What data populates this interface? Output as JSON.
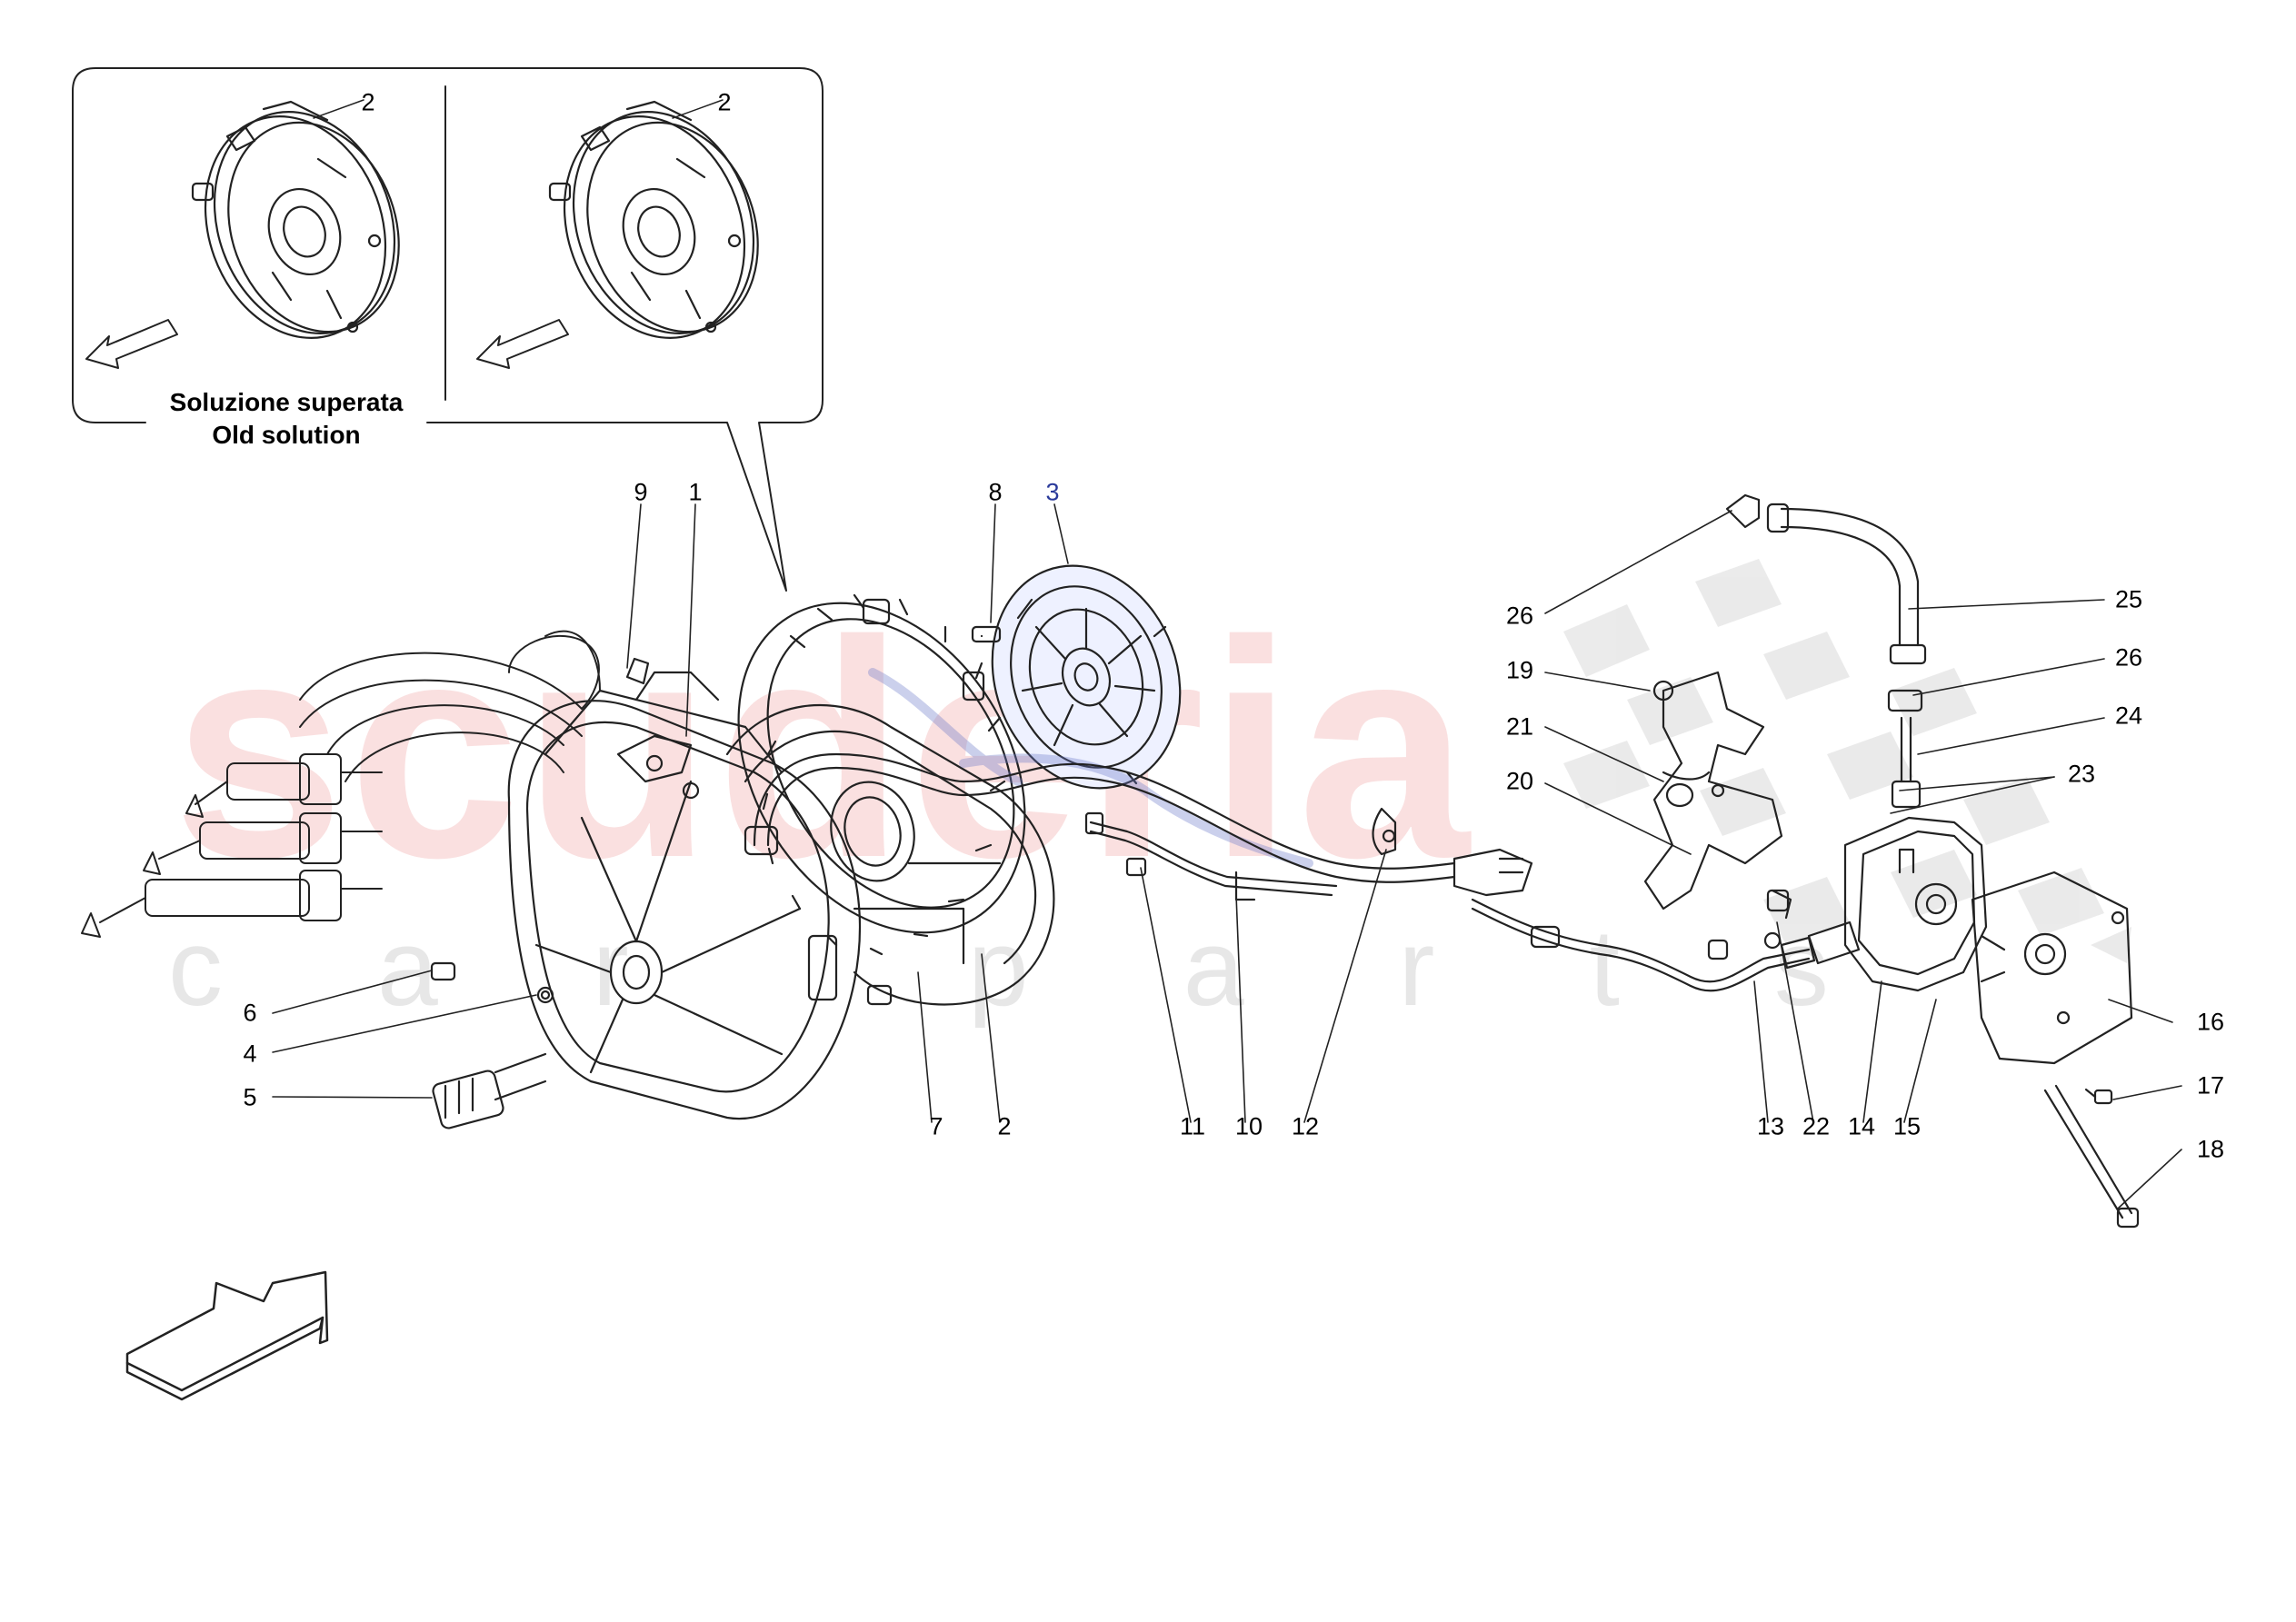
{
  "watermark": {
    "main": "scuderia",
    "sub": "car parts"
  },
  "inset": {
    "caption_line1": "Soluzione superata",
    "caption_line2": "Old solution",
    "labels": [
      "2",
      "2"
    ]
  },
  "part_labels": {
    "p1": "1",
    "p2": "2",
    "p3": "3",
    "p4": "4",
    "p5": "5",
    "p6": "6",
    "p7": "7",
    "p8": "8",
    "p9": "9",
    "p10": "10",
    "p11": "11",
    "p12": "12",
    "p13": "13",
    "p14": "14",
    "p15": "15",
    "p16": "16",
    "p17": "17",
    "p18": "18",
    "p19": "19",
    "p20": "20",
    "p21": "21",
    "p22": "22",
    "p23": "23",
    "p24": "24",
    "p25": "25",
    "p26a": "26",
    "p26b": "26"
  },
  "colors": {
    "line": "#222222",
    "highlight": "#c9d3ff",
    "watermark_red": "#f6c8c8",
    "watermark_grey": "#d8d8d8"
  }
}
